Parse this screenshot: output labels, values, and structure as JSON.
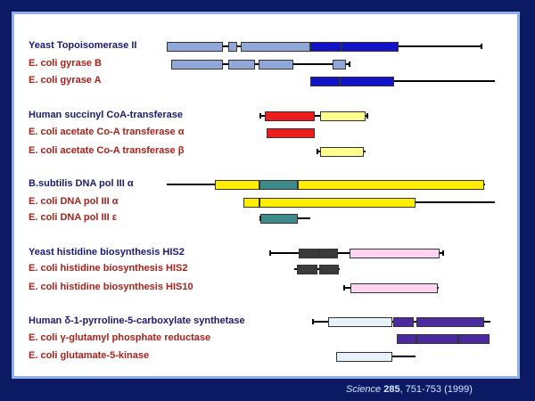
{
  "colors": {
    "lightblue": "#8fa8d8",
    "blue": "#1212c8",
    "red": "#ee1c1c",
    "yellow_light": "#ffff90",
    "yellow": "#ffee00",
    "teal": "#3d8a8a",
    "darkgray": "#3a3a3a",
    "pink": "#ffd3f2",
    "paleblue": "#e8f0fa",
    "purple": "#4b2aa0"
  },
  "rows": [
    {
      "label": "Yeast Topoisomerase II",
      "kind": "human"
    },
    {
      "label": "E. coli gyrase B",
      "kind": "ecoli"
    },
    {
      "label": "E. coli gyrase A",
      "kind": "ecoli"
    },
    {
      "label": "Human succinyl CoA-transferase",
      "kind": "human"
    },
    {
      "label": "E. coli acetate Co-A transferase α",
      "kind": "ecoli"
    },
    {
      "label": "E. coli acetate Co-A transferase β",
      "kind": "ecoli"
    },
    {
      "label": "B.subtilis DNA pol III α",
      "kind": "human"
    },
    {
      "label": "E. coli DNA pol III α",
      "kind": "ecoli"
    },
    {
      "label": "E. coli DNA pol III ε",
      "kind": "ecoli"
    },
    {
      "label": "Yeast histidine biosynthesis HIS2",
      "kind": "human"
    },
    {
      "label": "E. coli histidine biosynthesis HIS2",
      "kind": "ecoli"
    },
    {
      "label": "E. coli histidine biosynthesis HIS10",
      "kind": "ecoli"
    },
    {
      "label": "Human δ-1-pyrroline-5-carboxylate synthetase",
      "kind": "human"
    },
    {
      "label": "E. coli γ-glutamyl phosphate reductase",
      "kind": "ecoli"
    },
    {
      "label": "E. coli  glutamate-5-kinase",
      "kind": "ecoli"
    }
  ],
  "citation": {
    "journal": "Science",
    "volume": "285",
    "pages": ", 751-753 (1999)"
  }
}
